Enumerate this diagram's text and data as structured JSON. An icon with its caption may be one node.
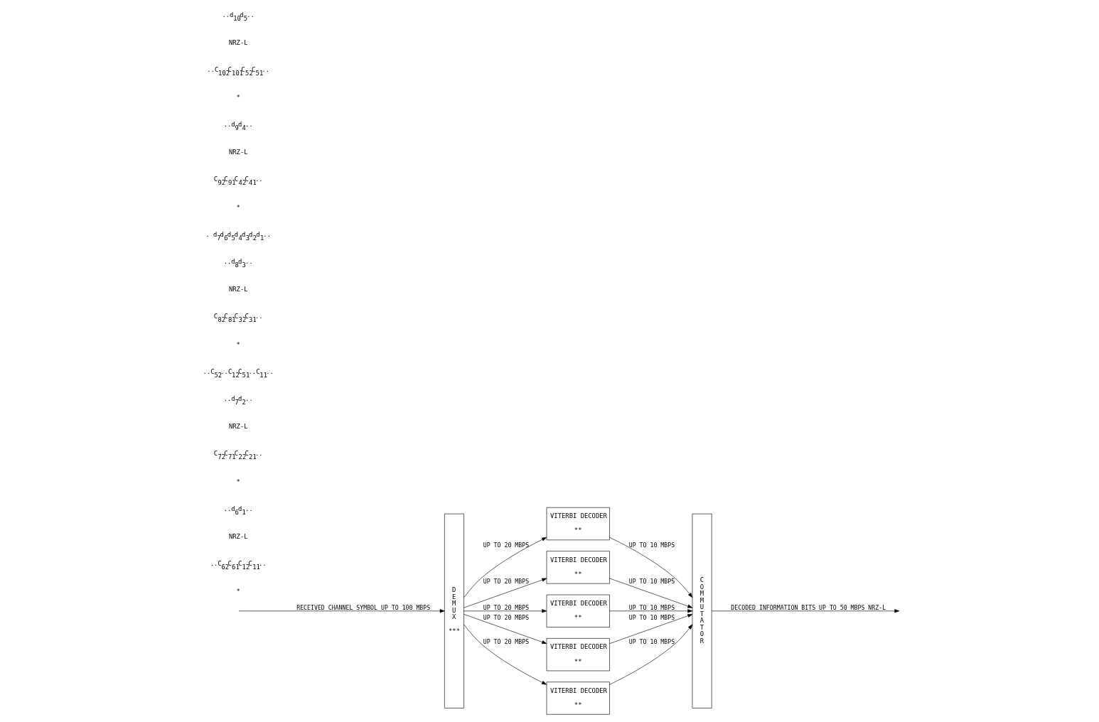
{
  "diagram": {
    "nodes": [
      {
        "text": [
          "DEMUX",
          "***"
        ]
      },
      {
        "text": [
          "VITERBI DECODER",
          "**"
        ]
      },
      {
        "text": [
          "VITERBI DECODER",
          "**"
        ]
      },
      {
        "text": [
          "VITERBI DECODER",
          "**"
        ]
      },
      {
        "text": [
          "VITERBI DECODER",
          "**"
        ]
      },
      {
        "text": [
          "VITERBI DECODER",
          "**"
        ]
      },
      {
        "text": [
          "COMMUTATOR"
        ]
      }
    ],
    "edges": [
      {
        "from": null,
        "to": 0,
        "arrow": "to",
        "label": "RECEIVED CHANNEL SYMBOL UP TO 100 MBPS"
      },
      {
        "from": 0,
        "to": 1,
        "arrow": "to",
        "label": "UP TO 20 MBPS"
      },
      {
        "from": 0,
        "to": 2,
        "arrow": "to",
        "label": "UP TO 20 MBPS"
      },
      {
        "from": 0,
        "to": 3,
        "arrow": "to",
        "label": "UP TO 20 MBPS"
      },
      {
        "from": 0,
        "to": 4,
        "arrow": "to",
        "label": "UP TO 20 MBPS"
      },
      {
        "from": 0,
        "to": 5,
        "arrow": "to",
        "label": "UP TO 20 MBPS"
      },
      {
        "from": 1,
        "to": 6,
        "arrow": "to",
        "label": "UP TO 10 MBPS"
      },
      {
        "from": 2,
        "to": 6,
        "arrow": "to",
        "label": "UP TO 10 MBPS"
      },
      {
        "from": 3,
        "to": 6,
        "arrow": "to",
        "label": "UP TO 10 MBPS"
      },
      {
        "from": 4,
        "to": 6,
        "arrow": "to",
        "label": "UP TO 10 MBPS"
      },
      {
        "from": 5,
        "to": 6,
        "arrow": "to",
        "label": "UP TO 10 MBPS"
      },
      {
        "from": 6,
        "to": null,
        "arrow": "to",
        "label": "DECODED INFORMATION BITS UP TO 50 MBPS NRZ-L"
      }
    ],
    "labels": [
      "*",
      "..C$_{62}$C$_{61}$C$_{12}$C$_{11}$..",
      "NRZ-L",
      "..d$_{6}$d$_{1}$..",
      "*",
      "C$_{72}$C$_{71}$C$_{22}$C$_{21}$..",
      "NRZ-L",
      "..d$_{7}$d$_{2}$..",
      "..C$_{52}$..C$_{12}$C$_{51}$..C$_{11}$..",
      "*",
      "C$_{82}$C$_{81}$C$_{32}$C$_{31}$..",
      "NRZ-L",
      "..d$_{8}$d$_{3}$..",
      ". d$_{7}$d$_{6}$d$_{5}$d$_{4}$d$_{3}$d$_{2}$d$_{1}$..",
      "*",
      "C$_{92}$C$_{91}$C$_{42}$C$_{41}$..",
      "NRZ-L",
      "..d$_{9}$d$_{4}$..",
      "*",
      "..C$_{102}$C$_{101}$C$_{52}$C$_{51}$..",
      "NRZ-L",
      "..d$_{10}$d$_{5}$.."
    ]
  }
}
